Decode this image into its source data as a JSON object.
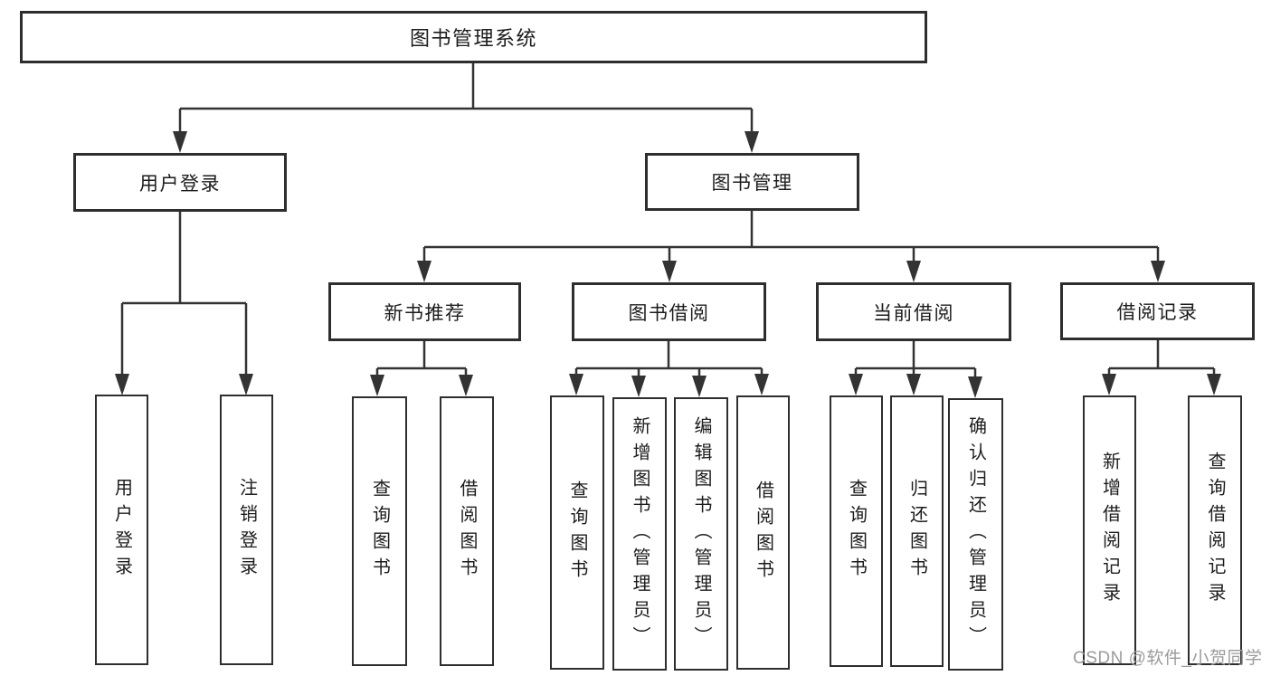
{
  "diagram_title": "图书管理系统",
  "tree": {
    "label": "图书管理系统",
    "children": [
      {
        "label": "用户登录",
        "children": [
          {
            "label": "用户登录"
          },
          {
            "label": "注销登录"
          }
        ]
      },
      {
        "label": "图书管理",
        "children": [
          {
            "label": "新书推荐",
            "children": [
              {
                "label": "查询图书"
              },
              {
                "label": "借阅图书"
              }
            ]
          },
          {
            "label": "图书借阅",
            "children": [
              {
                "label": "查询图书"
              },
              {
                "label": "新增图书（管理员）"
              },
              {
                "label": "编辑图书（管理员）"
              },
              {
                "label": "借阅图书"
              }
            ]
          },
          {
            "label": "当前借阅",
            "children": [
              {
                "label": "查询图书"
              },
              {
                "label": "归还图书"
              },
              {
                "label": "确认归还（管理员）"
              }
            ]
          },
          {
            "label": "借阅记录",
            "children": [
              {
                "label": "新增借阅记录"
              },
              {
                "label": "查询借阅记录"
              }
            ]
          }
        ]
      }
    ]
  },
  "colors": {
    "line": "#333333",
    "border": "#2e2e2e",
    "text": "#1c1c1c",
    "watermark": "#9b9b9b",
    "background": "#ffffff"
  },
  "watermark": "CSDN @软件_小贺同学"
}
